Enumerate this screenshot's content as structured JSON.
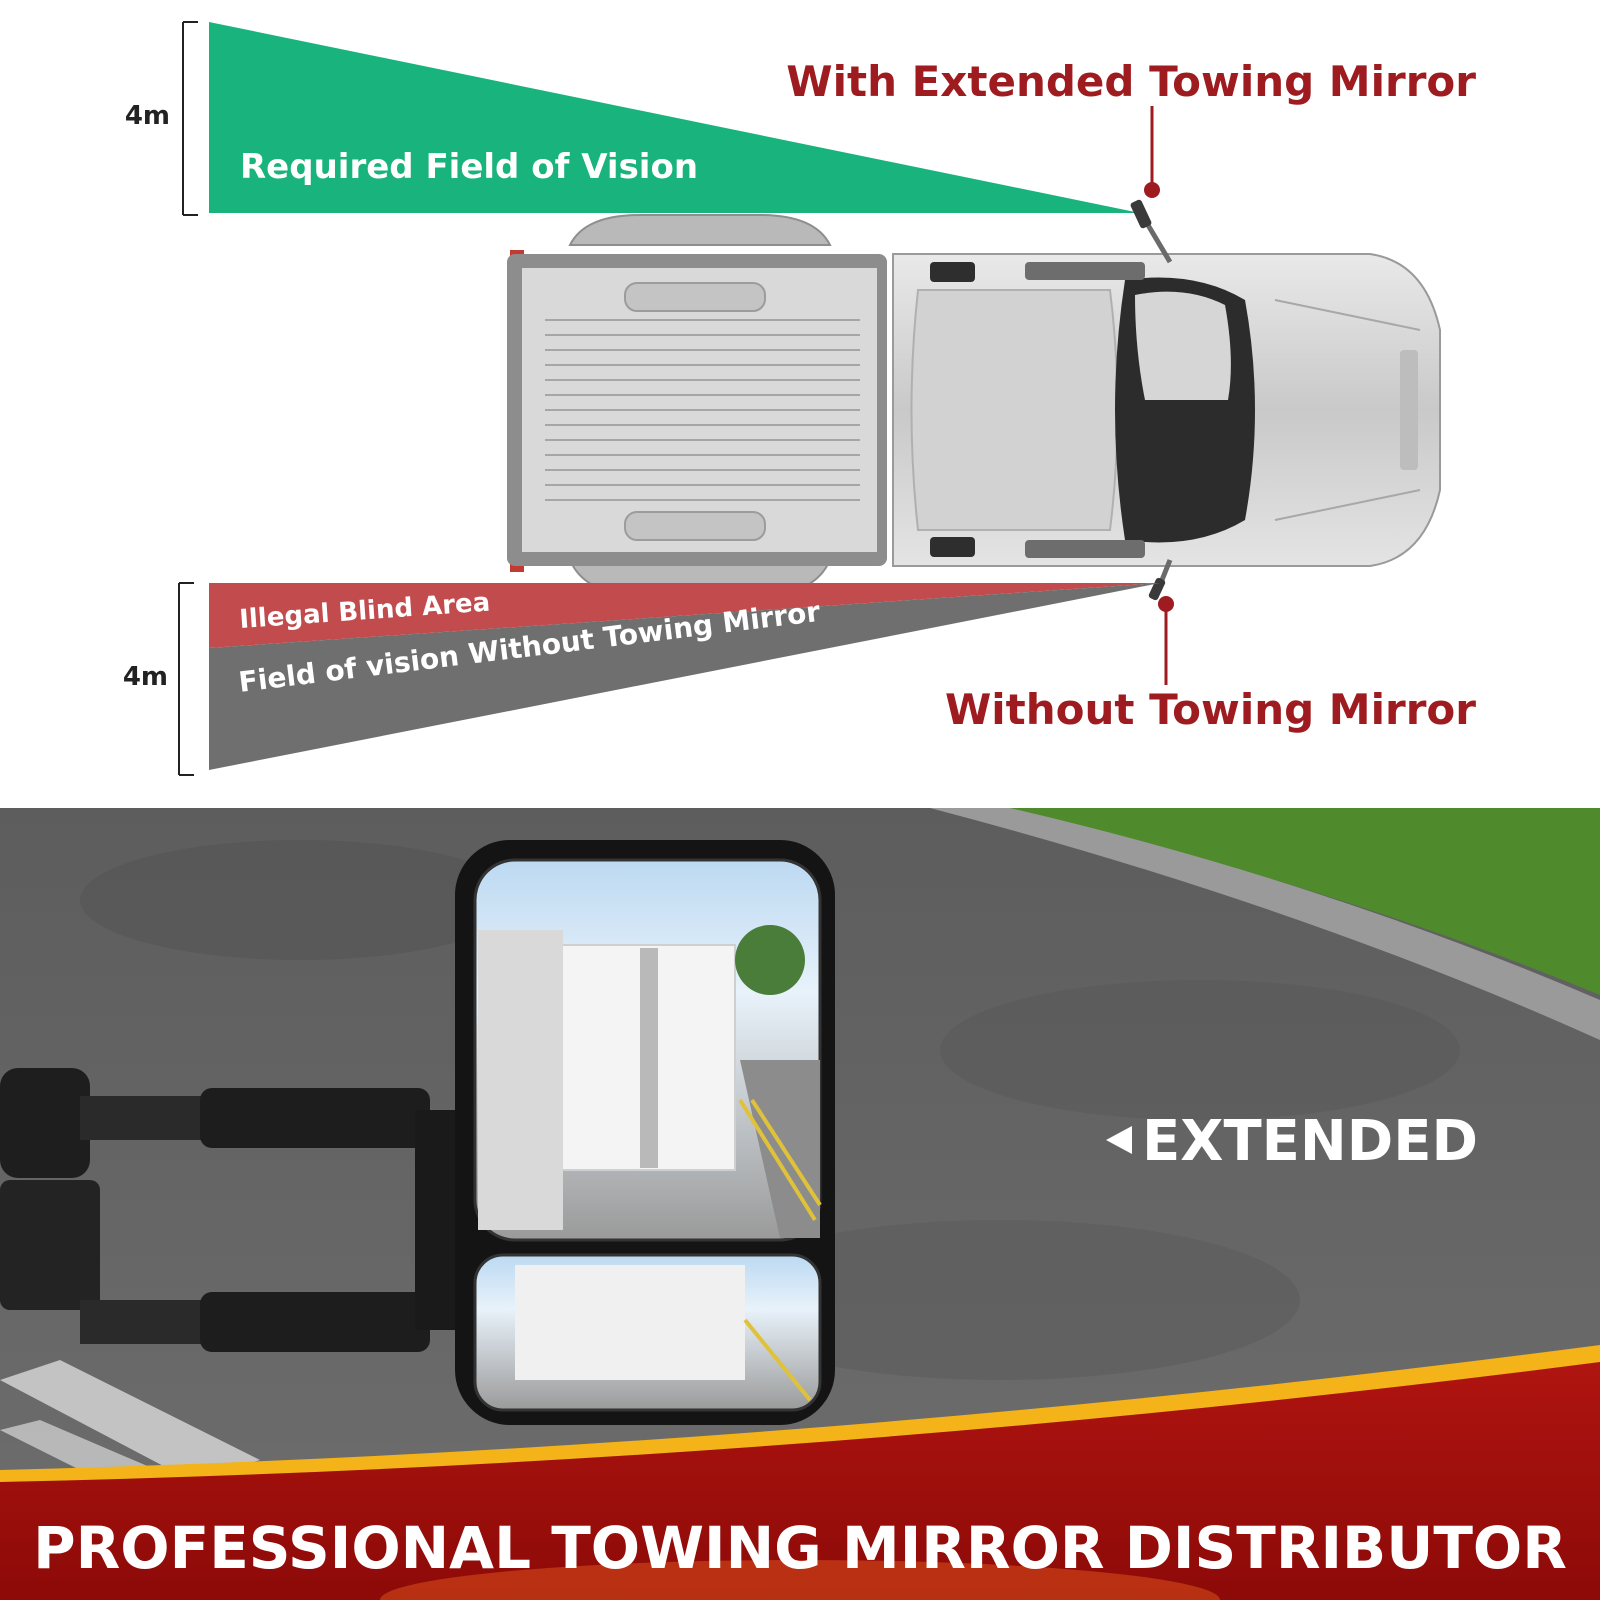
{
  "diagram": {
    "dimension_top": "4m",
    "dimension_bottom": "4m",
    "required_field": "Required Field of Vision",
    "with_mirror": "With Extended Towing Mirror",
    "illegal_blind": "Illegal Blind Area",
    "without_field": "Field  of  vision  Without  Towing   Mirror",
    "without_mirror": "Without Towing Mirror"
  },
  "photo": {
    "extended_label": "EXTENDED"
  },
  "banner": {
    "text": "PROFESSIONAL TOWING MIRROR DISTRIBUTOR"
  },
  "colors": {
    "required_field": "#19b37e",
    "blind_area": "#c24b4e",
    "without_field": "#6f6f6f",
    "label_red": "#9e1b1f",
    "banner_red": "#a8100f",
    "banner_gold": "#f3b319"
  }
}
